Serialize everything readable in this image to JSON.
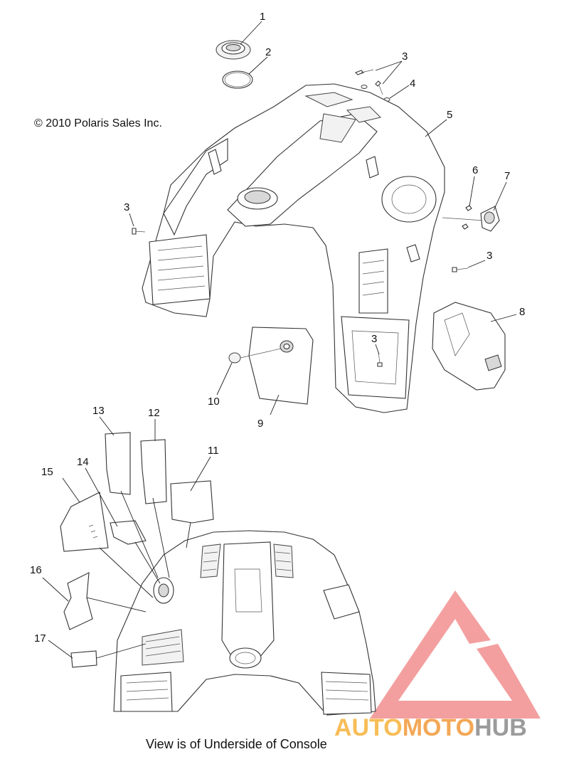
{
  "copyright": "© 2010 Polaris Sales Inc.",
  "caption": "View is of Underside of Console",
  "watermark": {
    "parts": [
      "AUTO",
      "MOTO",
      "HUB"
    ],
    "colors": {
      "auto": "#f6b23a",
      "moto": "#f29a3a",
      "hub": "#8a8a8a",
      "triangle": "#f08080"
    }
  },
  "callouts": [
    {
      "id": "c1",
      "label": "1"
    },
    {
      "id": "c2",
      "label": "2"
    },
    {
      "id": "c3a",
      "label": "3"
    },
    {
      "id": "c4",
      "label": "4"
    },
    {
      "id": "c5",
      "label": "5"
    },
    {
      "id": "c3b",
      "label": "3"
    },
    {
      "id": "c6",
      "label": "6"
    },
    {
      "id": "c7",
      "label": "7"
    },
    {
      "id": "c3c",
      "label": "3"
    },
    {
      "id": "c8",
      "label": "8"
    },
    {
      "id": "c3d",
      "label": "3"
    },
    {
      "id": "c10",
      "label": "10"
    },
    {
      "id": "c9",
      "label": "9"
    },
    {
      "id": "c13",
      "label": "13"
    },
    {
      "id": "c12",
      "label": "12"
    },
    {
      "id": "c11",
      "label": "11"
    },
    {
      "id": "c14",
      "label": "14"
    },
    {
      "id": "c15",
      "label": "15"
    },
    {
      "id": "c16",
      "label": "16"
    },
    {
      "id": "c17",
      "label": "17"
    }
  ]
}
